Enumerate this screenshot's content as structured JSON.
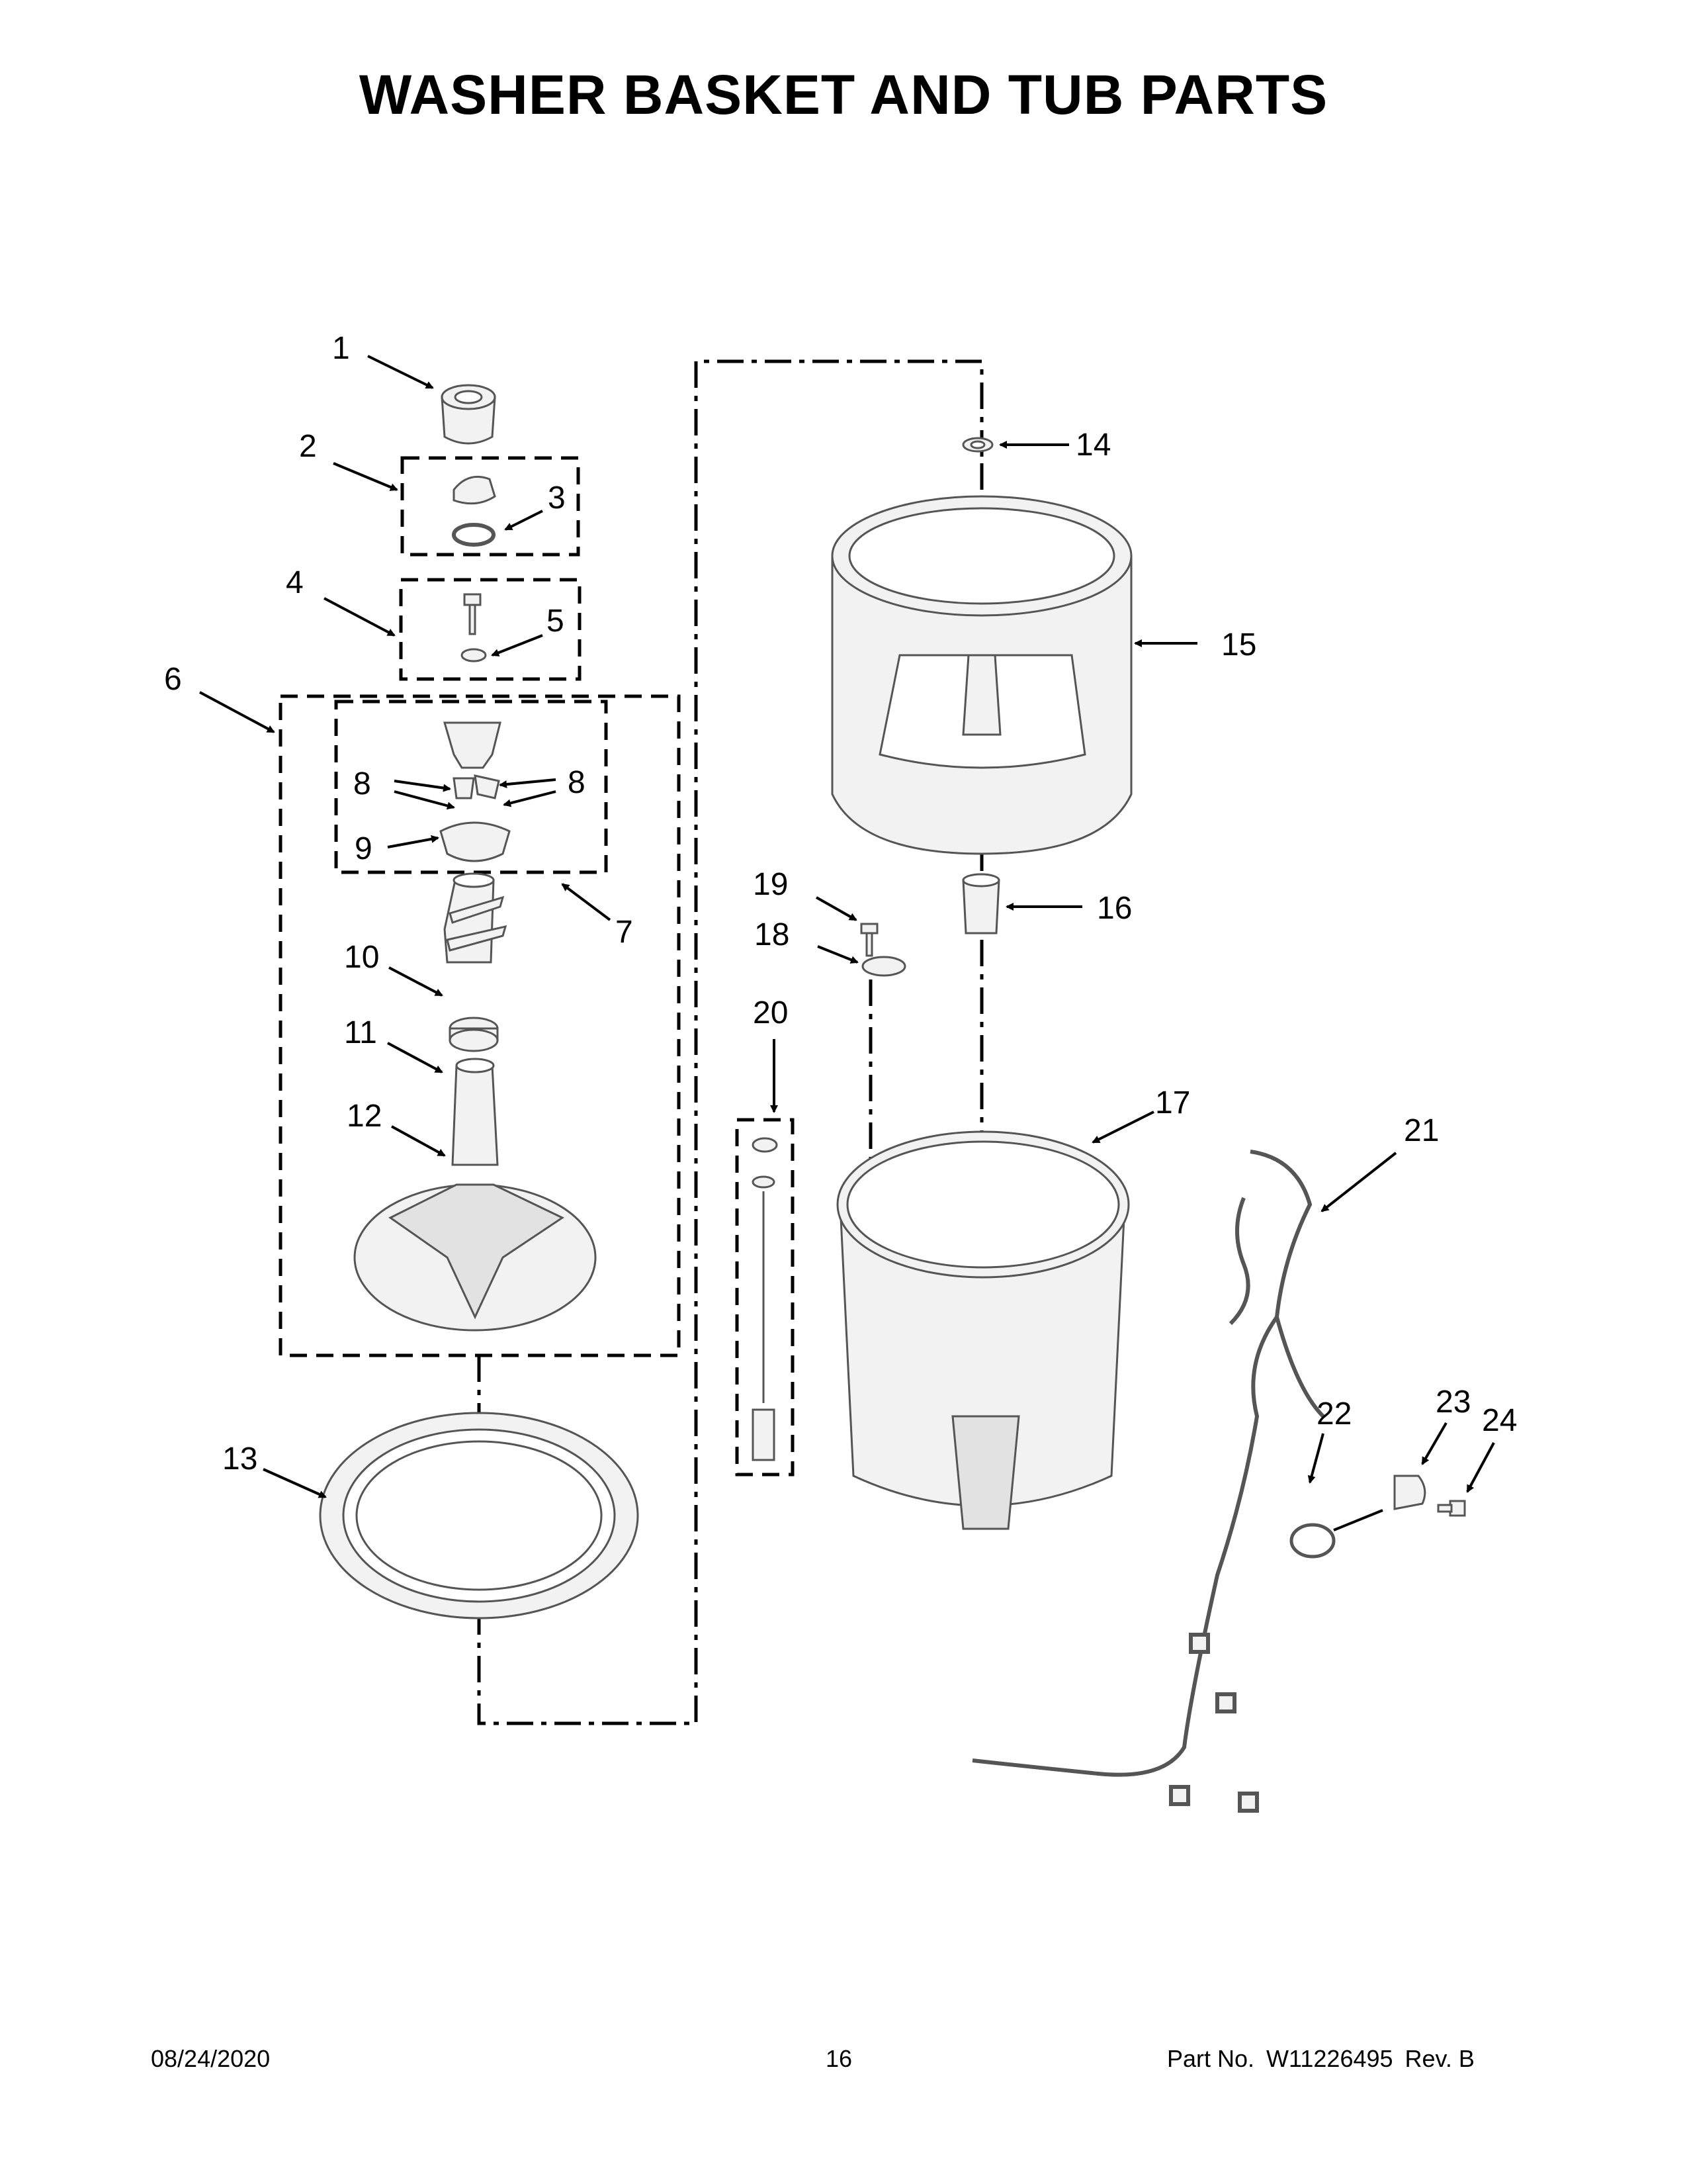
{
  "page": {
    "title": "WASHER BASKET AND TUB PARTS"
  },
  "callouts": [
    {
      "id": "1",
      "label": "1"
    },
    {
      "id": "2",
      "label": "2"
    },
    {
      "id": "3",
      "label": "3"
    },
    {
      "id": "4",
      "label": "4"
    },
    {
      "id": "5",
      "label": "5"
    },
    {
      "id": "6",
      "label": "6"
    },
    {
      "id": "7",
      "label": "7"
    },
    {
      "id": "8a",
      "label": "8"
    },
    {
      "id": "8b",
      "label": "8"
    },
    {
      "id": "9",
      "label": "9"
    },
    {
      "id": "10",
      "label": "10"
    },
    {
      "id": "11",
      "label": "11"
    },
    {
      "id": "12",
      "label": "12"
    },
    {
      "id": "13",
      "label": "13"
    },
    {
      "id": "14",
      "label": "14"
    },
    {
      "id": "15",
      "label": "15"
    },
    {
      "id": "16",
      "label": "16"
    },
    {
      "id": "17",
      "label": "17"
    },
    {
      "id": "18",
      "label": "18"
    },
    {
      "id": "19",
      "label": "19"
    },
    {
      "id": "20",
      "label": "20"
    },
    {
      "id": "21",
      "label": "21"
    },
    {
      "id": "22",
      "label": "22"
    },
    {
      "id": "23",
      "label": "23"
    },
    {
      "id": "24",
      "label": "24"
    }
  ],
  "footer": {
    "date": "08/24/2020",
    "page_number": "16",
    "part_label": "Part No.",
    "part_number": "W11226495",
    "revision": "Rev. B"
  },
  "colors": {
    "line": "#000000",
    "part_fill": "#f2f2f2",
    "part_stroke": "#555555"
  }
}
